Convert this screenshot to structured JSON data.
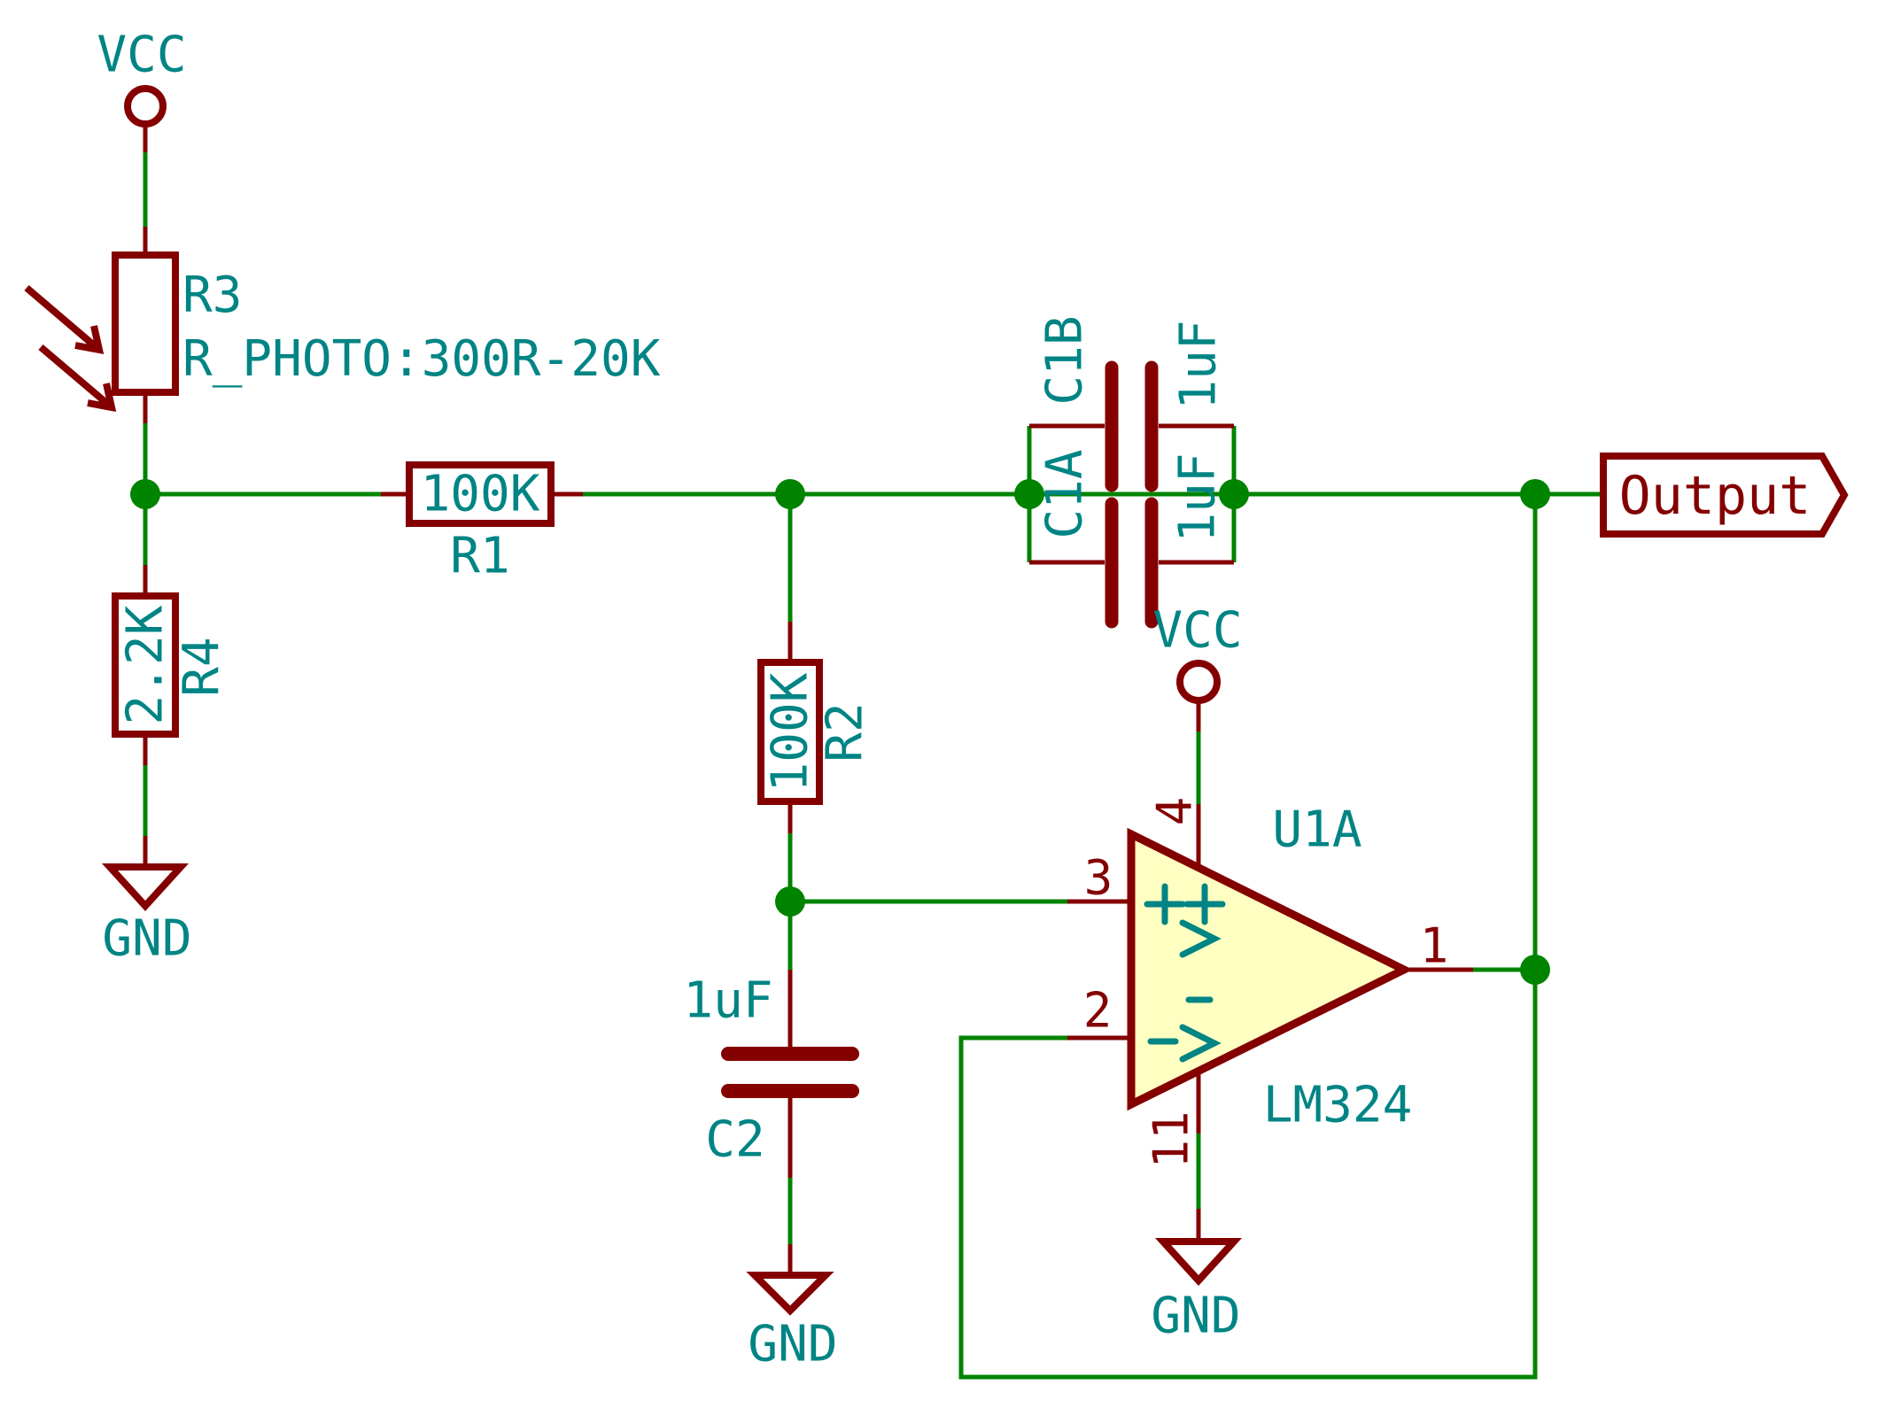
{
  "schematic": {
    "colors": {
      "background": "#FFFFFF",
      "wire_green": "#008400",
      "component_maroon": "#840000",
      "text_teal": "#008484",
      "opamp_fill_yellow": "#FFFFC2"
    },
    "power_flags": {
      "vcc_top": "VCC",
      "vcc_opamp": "VCC",
      "gnd_r4": "GND",
      "gnd_c2": "GND",
      "gnd_u1": "GND"
    },
    "components": {
      "R1": {
        "reference": "R1",
        "value": "100K"
      },
      "R2": {
        "reference": "R2",
        "value": "100K"
      },
      "R3": {
        "reference": "R3",
        "value": "R_PHOTO:300R-20K"
      },
      "R4": {
        "reference": "R4",
        "value": "2.2K"
      },
      "C1A": {
        "reference": "C1A",
        "value": "1uF"
      },
      "C1B": {
        "reference": "C1B",
        "value": "1uF"
      },
      "C2": {
        "reference": "C2",
        "value": "1uF"
      },
      "U1A": {
        "reference": "U1A",
        "value": "LM324",
        "pins": {
          "output": "1",
          "inverting_input": "2",
          "noninverting_input": "3",
          "v_plus": "4",
          "v_minus": "11"
        }
      }
    },
    "hierarchical_labels": {
      "output": "Output"
    }
  }
}
